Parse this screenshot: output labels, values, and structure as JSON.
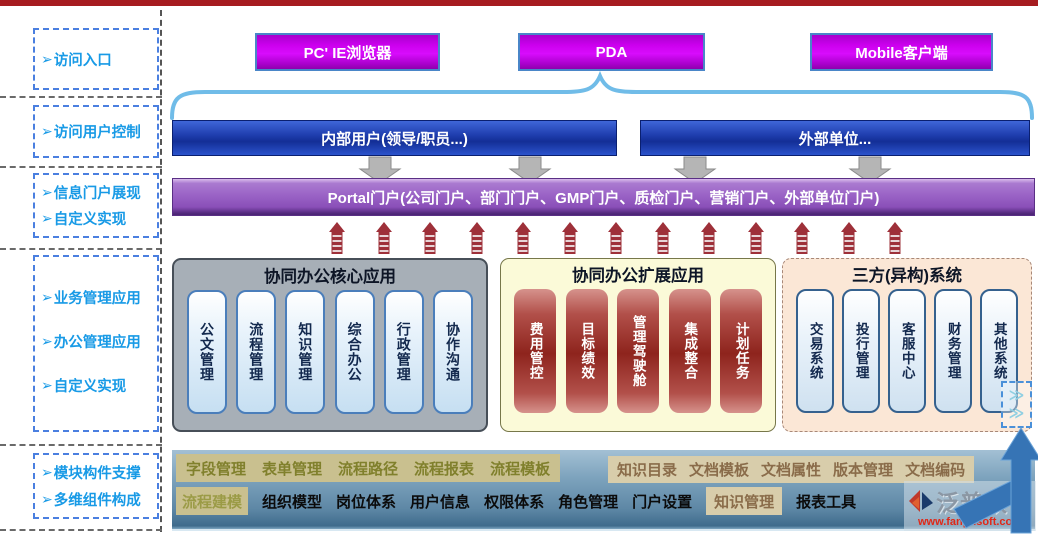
{
  "sidebar": {
    "bullet": "➢",
    "groups": [
      {
        "items": [
          "访问入口"
        ]
      },
      {
        "items": [
          "访问用户控制"
        ]
      },
      {
        "items": [
          "信息门户展现",
          "自定义实现"
        ]
      },
      {
        "items": [
          "业务管理应用",
          "办公管理应用",
          "自定义实现"
        ]
      },
      {
        "items": [
          "模块构件支撑",
          "多维组件构成"
        ]
      }
    ]
  },
  "access_entry": {
    "buttons": [
      "PC' IE浏览器",
      "PDA",
      "Mobile客户端"
    ]
  },
  "user_bars": [
    "内部用户(领导/职员...)",
    "外部单位..."
  ],
  "portal_bar": {
    "label": "Portal门户(公司门户、部门门户、GMP门户、质检门户、营销门户、外部单位门户)"
  },
  "panels": [
    {
      "title": "协同办公核心应用",
      "items": [
        "公文管理",
        "流程管理",
        "知识管理",
        "综合办公",
        "行政管理",
        "协作沟通"
      ]
    },
    {
      "title": "协同办公扩展应用",
      "items": [
        "费用管控",
        "目标绩效",
        "管理驾驶舱",
        "集成整合",
        "计划任务"
      ]
    },
    {
      "title": "三方(异构)系统",
      "items": [
        "交易系统",
        "投行管理",
        "客服中心",
        "财务管理",
        "其他系统"
      ]
    }
  ],
  "third_party_overlay": {
    "chevron": "≫"
  },
  "foundation": {
    "row1_left": [
      "字段管理",
      "表单管理",
      "流程路径",
      "流程报表",
      "流程模板"
    ],
    "row1_right": [
      "知识目录",
      "文档模板",
      "文档属性",
      "版本管理",
      "文档编码"
    ],
    "row2_highlight_left": "流程建模",
    "row2_items": [
      "组织模型",
      "岗位体系",
      "用户信息",
      "权限体系",
      "角色管理",
      "门户设置"
    ],
    "row2_highlight_mid": "知识管理",
    "row2_item_tail": "报表工具"
  },
  "watermark": {
    "name": "泛普软件",
    "url": "www.fanpusoft.com"
  },
  "colors": {
    "top_strip_red": "#a61c20",
    "accent_magenta": "#cc00ee",
    "bar_blue": "#1c3caa",
    "portal_purple": "#9a63c6",
    "arrow_maroon": "#9e3039",
    "panel_gray": "#a7afb7",
    "panel_yellow": "#fbfad8",
    "panel_peach": "#fbe7d6",
    "foundation_blue": "#6f96b2",
    "highlight_tan": "#c9c08f",
    "sidebar_blue_text": "#189ae6"
  }
}
